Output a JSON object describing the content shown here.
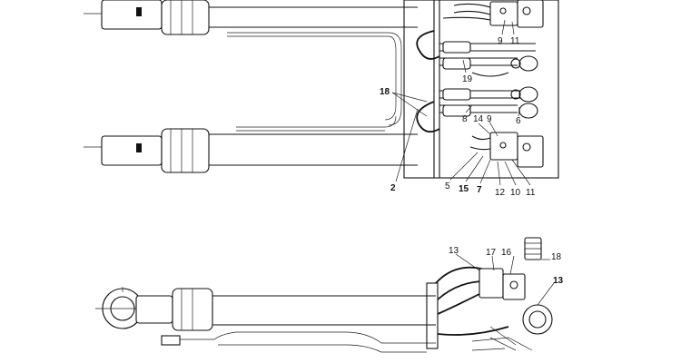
{
  "callouts": {
    "top": [
      {
        "id": "c9a",
        "text": "9"
      },
      {
        "id": "c11a",
        "text": "11"
      },
      {
        "id": "c19",
        "text": "19"
      },
      {
        "id": "c18",
        "text": "18"
      },
      {
        "id": "c8",
        "text": "8"
      },
      {
        "id": "c14",
        "text": "14"
      },
      {
        "id": "c9b",
        "text": "9"
      },
      {
        "id": "c6",
        "text": "6"
      },
      {
        "id": "c2",
        "text": "2"
      },
      {
        "id": "c5",
        "text": "5"
      },
      {
        "id": "c15",
        "text": "15"
      },
      {
        "id": "c7",
        "text": "7"
      },
      {
        "id": "c12",
        "text": "12"
      },
      {
        "id": "c10",
        "text": "10"
      },
      {
        "id": "c11b",
        "text": "11"
      }
    ],
    "bottom": [
      {
        "id": "c13a",
        "text": "13"
      },
      {
        "id": "c17",
        "text": "17"
      },
      {
        "id": "c16",
        "text": "16"
      },
      {
        "id": "c18b",
        "text": "18"
      },
      {
        "id": "c13b",
        "text": "13"
      }
    ]
  }
}
